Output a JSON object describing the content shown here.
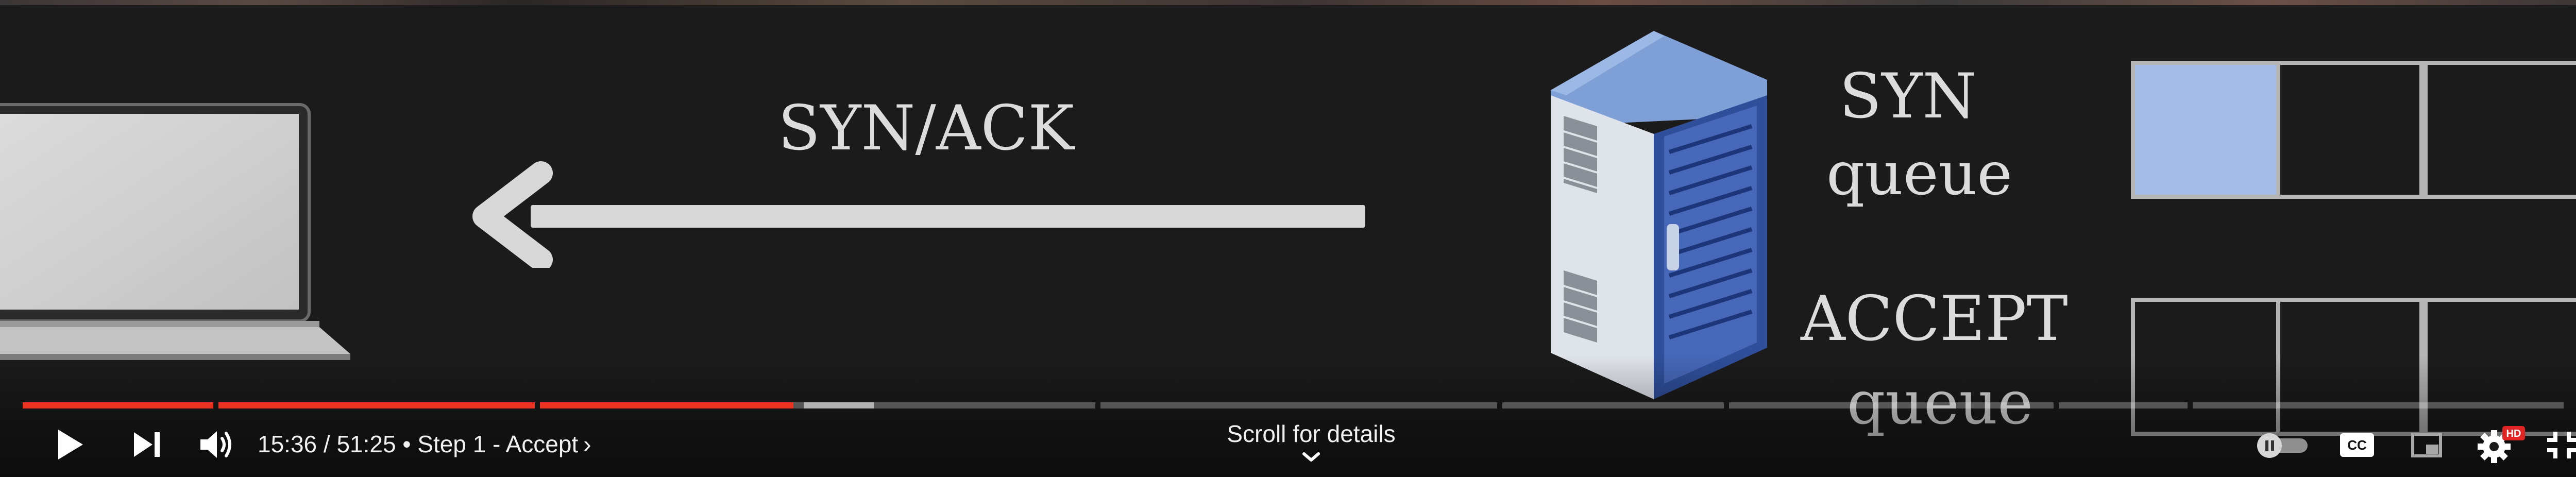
{
  "slide": {
    "synack_label": "SYN/ACK",
    "syn_queue_title": "SYN",
    "syn_queue_subtitle": "queue",
    "accept_queue_title": "ACCEPT",
    "accept_queue_subtitle": "queue",
    "colors": {
      "filled_slot": "#a4bde6",
      "slot_border": "#b5b5b5",
      "arrow": "#d8d8d8"
    }
  },
  "player": {
    "current_time": "15:36",
    "separator": "/",
    "duration": "51:25",
    "bullet": "•",
    "chapter_title": "Step 1 - Accept",
    "chapter_chevron": "›",
    "scroll_hint": "Scroll for details",
    "progress_fraction": 0.3034,
    "colors": {
      "played": "#ea3323",
      "remaining": "#8a8a8a"
    },
    "icons": [
      "play-icon",
      "next-icon",
      "volume-icon",
      "autoplay-toggle-icon",
      "captions-icon",
      "miniplayer-icon",
      "settings-icon",
      "exit-fullscreen-icon"
    ],
    "captions_label": "CC",
    "hd_badge": "HD"
  }
}
